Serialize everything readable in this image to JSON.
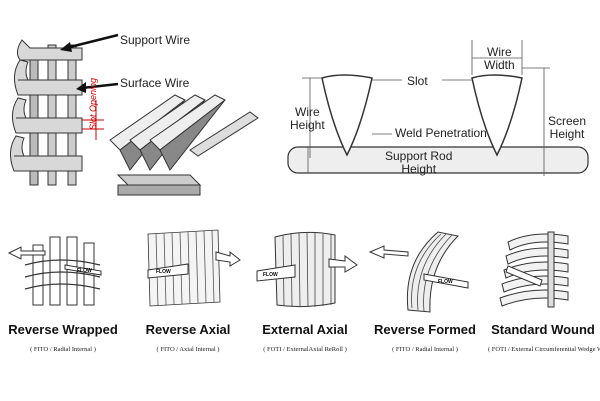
{
  "top_left": {
    "support_wire": "Support Wire",
    "surface_wire": "Surface Wire",
    "slot_opening": "Slot Opening"
  },
  "top_right": {
    "wire_width": "Wire\nWidth",
    "slot": "Slot",
    "wire_height": "Wire\nHeight",
    "weld_penetration": "Weld Penetration",
    "screen_height": "Screen\nHeight",
    "support_rod_height": "Support Rod\nHeight"
  },
  "types": [
    {
      "title": "Reverse Wrapped",
      "sub": "( FITO / Radial Internal )",
      "flow": "FLOW"
    },
    {
      "title": "Reverse Axial",
      "sub": "( FITO / Axial Internal )",
      "flow": "FLOW"
    },
    {
      "title": "External Axial",
      "sub": "( FOTI / ExternalAxial ReRoll )",
      "flow": "FLOW"
    },
    {
      "title": "Reverse Formed",
      "sub": "( FITO / Radial Internal )",
      "flow": "FLOW"
    },
    {
      "title": "Standard Wound",
      "sub": "( FOTI / External Circumferential Wedge Wire )",
      "flow": ""
    }
  ]
}
